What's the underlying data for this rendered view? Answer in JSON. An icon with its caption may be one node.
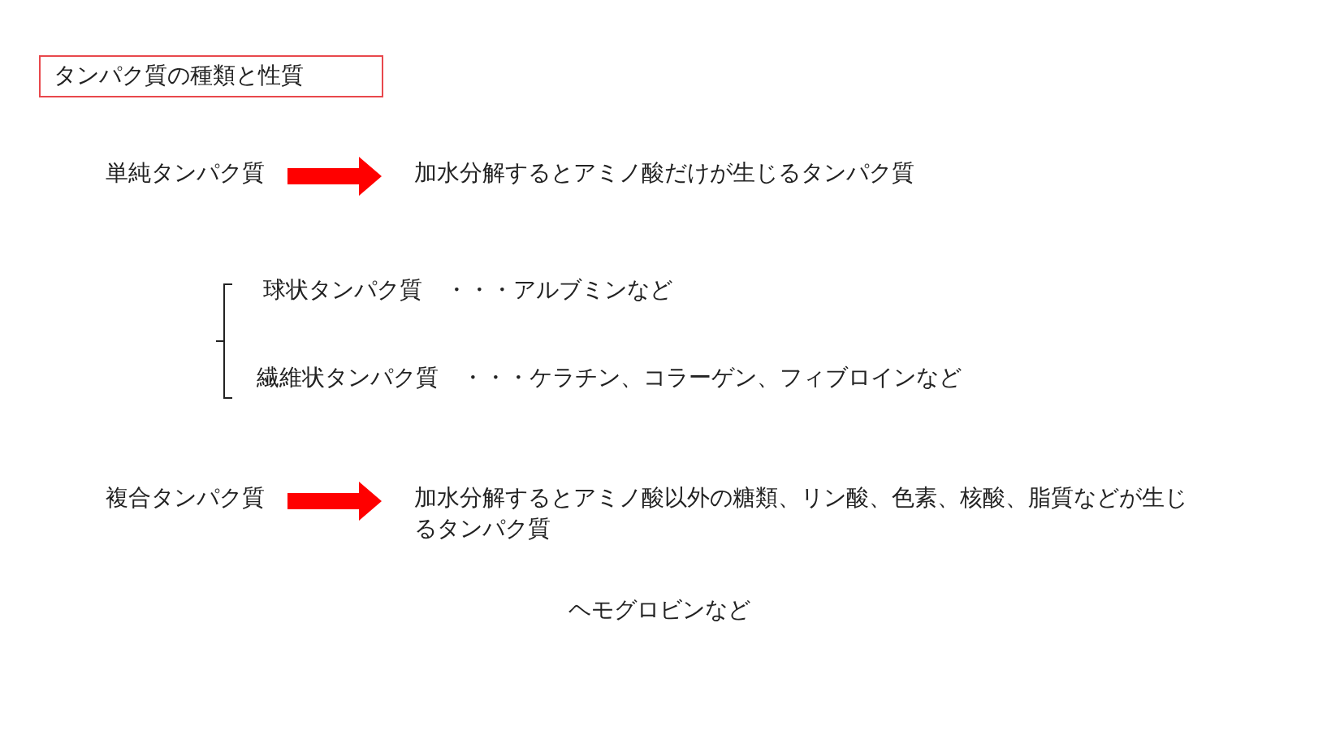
{
  "diagram": {
    "nodes": [
      {
        "text": [
          "タンパク質の種類と性質"
        ]
      },
      {
        "text": [
          "単純タンパク質"
        ]
      },
      {
        "text": [
          "加水分解するとアミノ酸だけが生じるタンパク質"
        ]
      },
      {
        "text": [
          "複合タンパク質"
        ]
      },
      {
        "text": [
          "加水分解するとアミノ酸以外の糖類、リン酸、色素、核酸、脂質などが生じるタンパク質"
        ]
      }
    ],
    "edges": [
      {
        "from": 1,
        "to": 2,
        "arrow": "to",
        "style": "thick"
      },
      {
        "from": 3,
        "to": 4,
        "arrow": "to",
        "style": "thick"
      }
    ],
    "labels": [
      "球状タンパク質　・・・アルブミンなど",
      "繊維状タンパク質　・・・ケラチン、コラーゲン、フィブロインなど",
      "ヘモグロビンなど"
    ]
  }
}
